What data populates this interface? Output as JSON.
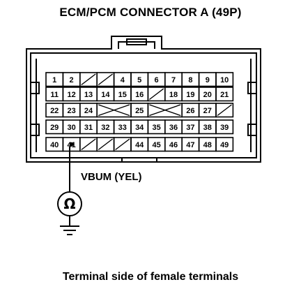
{
  "title": "ECM/PCM CONNECTOR A (49P)",
  "caption": "Terminal side of female terminals",
  "wire_label": "VBUM (YEL)",
  "meter_symbol": "ohm-meter-icon",
  "rows": [
    [
      "1",
      "2",
      "",
      "",
      "4",
      "5",
      "6",
      "7",
      "8",
      "9",
      "10"
    ],
    [
      "11",
      "12",
      "13",
      "14",
      "15",
      "16",
      "",
      "18",
      "19",
      "20",
      "21"
    ],
    [
      "22",
      "23",
      "24",
      "",
      "",
      "25",
      "",
      "",
      "26",
      "27",
      ""
    ],
    [
      "29",
      "30",
      "31",
      "32",
      "33",
      "34",
      "35",
      "36",
      "37",
      "38",
      "39"
    ],
    [
      "40",
      "41",
      "",
      "",
      "",
      "44",
      "45",
      "46",
      "47",
      "48",
      "49"
    ]
  ]
}
